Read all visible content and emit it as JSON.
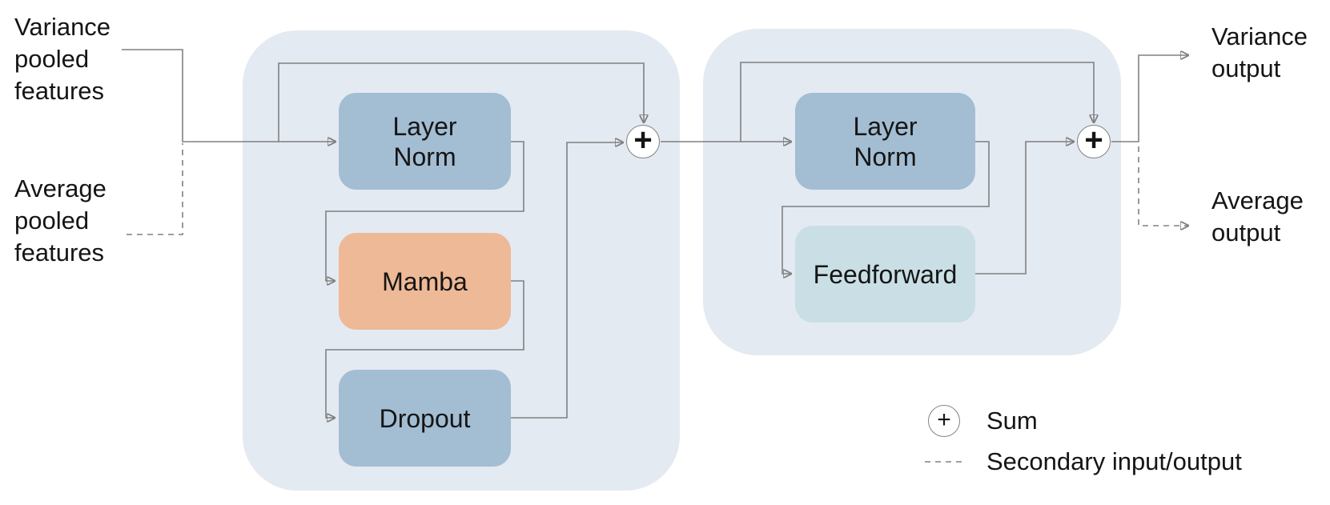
{
  "colors": {
    "container": "#e4eaf2",
    "norm": "#a3bdd3",
    "mamba": "#eeb996",
    "feedforward": "#c9dfe5",
    "wire": "#808080"
  },
  "io": {
    "variance_input": "Variance\npooled\nfeatures",
    "average_input": "Average\npooled\nfeatures",
    "variance_output": "Variance\noutput",
    "average_output": "Average\noutput"
  },
  "blocks": {
    "block1": {
      "layer_norm": "Layer\nNorm",
      "mamba": "Mamba",
      "dropout": "Dropout"
    },
    "block2": {
      "layer_norm": "Layer\nNorm",
      "feedforward": "Feedforward"
    }
  },
  "operators": {
    "sum_symbol": "+"
  },
  "legend": {
    "sum_symbol": "+",
    "sum_label": "Sum",
    "secondary_label": "Secondary input/output"
  }
}
